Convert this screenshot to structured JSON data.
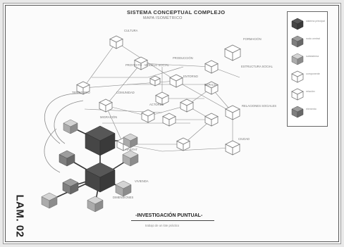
{
  "title": "SISTEMA CONCEPTUAL COMPLEJO",
  "subtitle": "MAPA ISOMÉTRICO",
  "plate_code": "LAM. 02",
  "research_label": "-INVESTIGACIÓN PUNTUAL-",
  "research_caption": "trabajo de un lote práctico",
  "colors": {
    "dark": "#4a4a4a",
    "mid": "#858585",
    "light": "#b4b4b4",
    "line": "#8a8a8a",
    "outline": "#777777"
  },
  "labels": {
    "l1": "CULTURA",
    "l2": "FORMACIÓN",
    "l3": "PRODUCCIÓN",
    "l4": "ESTRUCTURA SOCIAL",
    "l5": "PROYECTO · MODELO SOCIAL",
    "l6": "RELACIONES SOCIALES",
    "l7": "COMUNIDAD",
    "l8": "ENTORNO",
    "l9": "TERRITORIO",
    "l10": "ESPACIO",
    "l11": "ACTORES",
    "l12": "CIUDAD",
    "l13": "HÁBITAT",
    "l14": "VIVIENDA",
    "l15": "MIGRACIÓN",
    "l16": "DIMENSIONES"
  },
  "legend": {
    "items": [
      {
        "label": "sistema principal",
        "tone": "dark"
      },
      {
        "label": "nodo central",
        "tone": "mid"
      },
      {
        "label": "subsistema",
        "tone": "light"
      },
      {
        "label": "componente",
        "tone": "outline"
      },
      {
        "label": "relación",
        "tone": "outline"
      },
      {
        "label": "elemento",
        "tone": "mid"
      }
    ]
  }
}
